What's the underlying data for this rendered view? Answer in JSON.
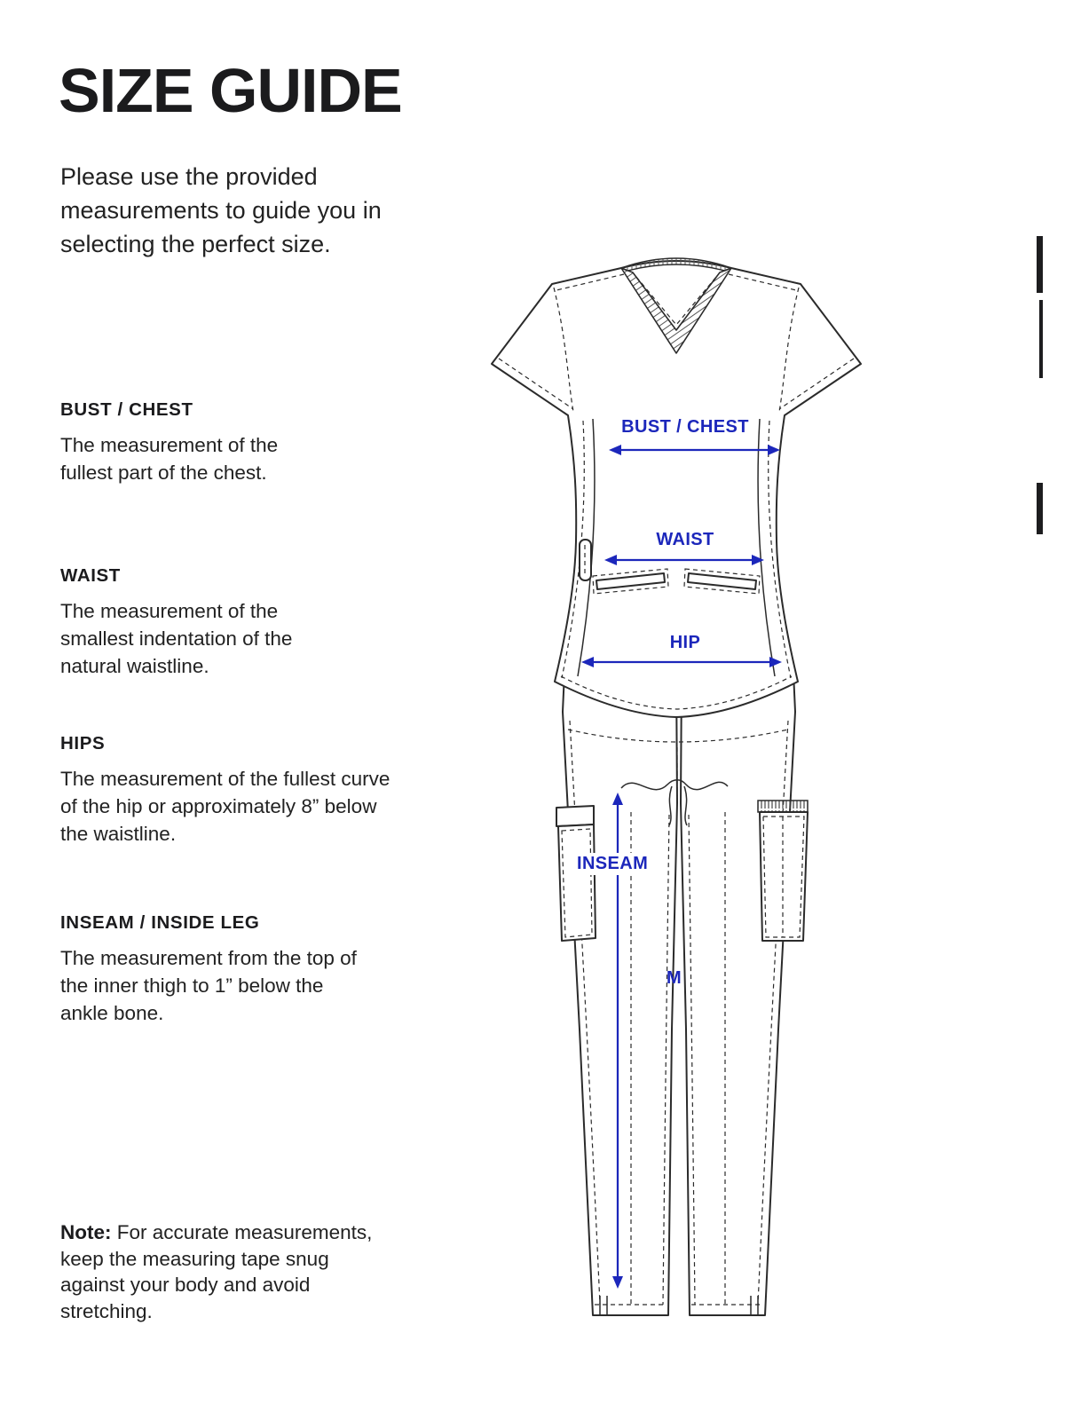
{
  "page": {
    "title": "SIZE GUIDE",
    "intro": "Please use the provided measurements to guide you in selecting the perfect size."
  },
  "sections": [
    {
      "heading": "BUST / CHEST",
      "body": "The measurement of the fullest part of the chest."
    },
    {
      "heading": "WAIST",
      "body": "The measurement of the smallest indentation of the natural waistline."
    },
    {
      "heading": "HIPS",
      "body": "The measurement of the fullest curve of the hip or approximately 8” below the waistline."
    },
    {
      "heading": "INSEAM / INSIDE LEG",
      "body": "The measurement from the top of the inner thigh to 1” below the ankle bone."
    }
  ],
  "note": {
    "label": "Note:",
    "body": " For accurate measurements, keep the measuring tape snug against your body and avoid stretching."
  },
  "diagram": {
    "labels": {
      "bust": "BUST / CHEST",
      "waist": "WAIST",
      "hip": "HIP",
      "inseam": "INSEAM",
      "size": "M"
    },
    "accent_color": "#1c27bb",
    "line_color": "#2b2b2b",
    "garments": [
      "scrub-top",
      "scrub-pants"
    ]
  }
}
